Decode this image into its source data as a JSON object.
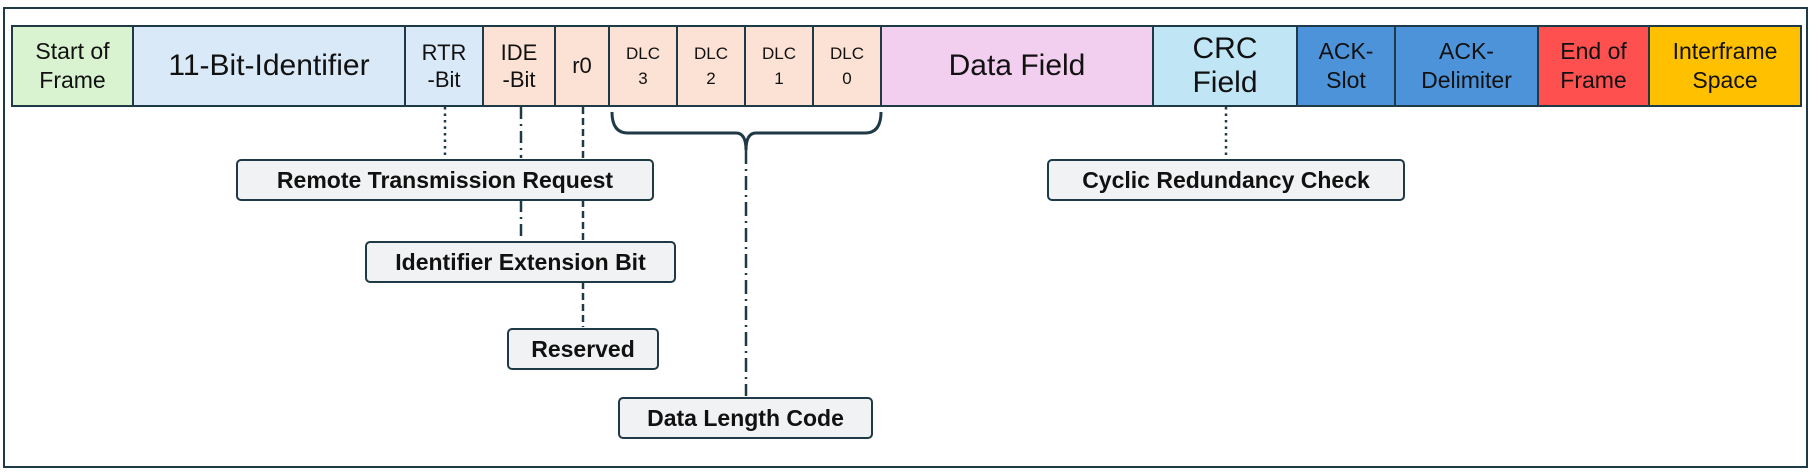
{
  "colors": {
    "border": "#1e3a46",
    "sof": "#d9f2d0",
    "identifier": "#dae9f8",
    "control": "#fbe2d5",
    "data": "#f2ceef",
    "crc": "#c0e6f5",
    "ack": "#4d93d9",
    "eof": "#ff5050",
    "ifs": "#ffc000",
    "label_box": "#f1f2f3"
  },
  "fields": {
    "sof": [
      "Start of",
      "Frame"
    ],
    "identifier": [
      "11-Bit-Identifier"
    ],
    "rtr": [
      "RTR",
      "-Bit"
    ],
    "ide": [
      "IDE",
      "-Bit"
    ],
    "r0": [
      "r0"
    ],
    "dlc3": [
      "DLC",
      "3"
    ],
    "dlc2": [
      "DLC",
      "2"
    ],
    "dlc1": [
      "DLC",
      "1"
    ],
    "dlc0": [
      "DLC",
      "0"
    ],
    "data": [
      "Data Field"
    ],
    "crc": [
      "CRC",
      "Field"
    ],
    "ack_slot": [
      "ACK-",
      "Slot"
    ],
    "ack_delimiter": [
      "ACK-",
      "Delimiter"
    ],
    "eof": [
      "End of",
      "Frame"
    ],
    "ifs": [
      "Interframe",
      "Space"
    ]
  },
  "labels": {
    "rtr": "Remote Transmission Request",
    "ide": "Identifier Extension Bit",
    "reserved": "Reserved",
    "dlc": "Data Length Code",
    "crc": "Cyclic Redundancy Check"
  }
}
